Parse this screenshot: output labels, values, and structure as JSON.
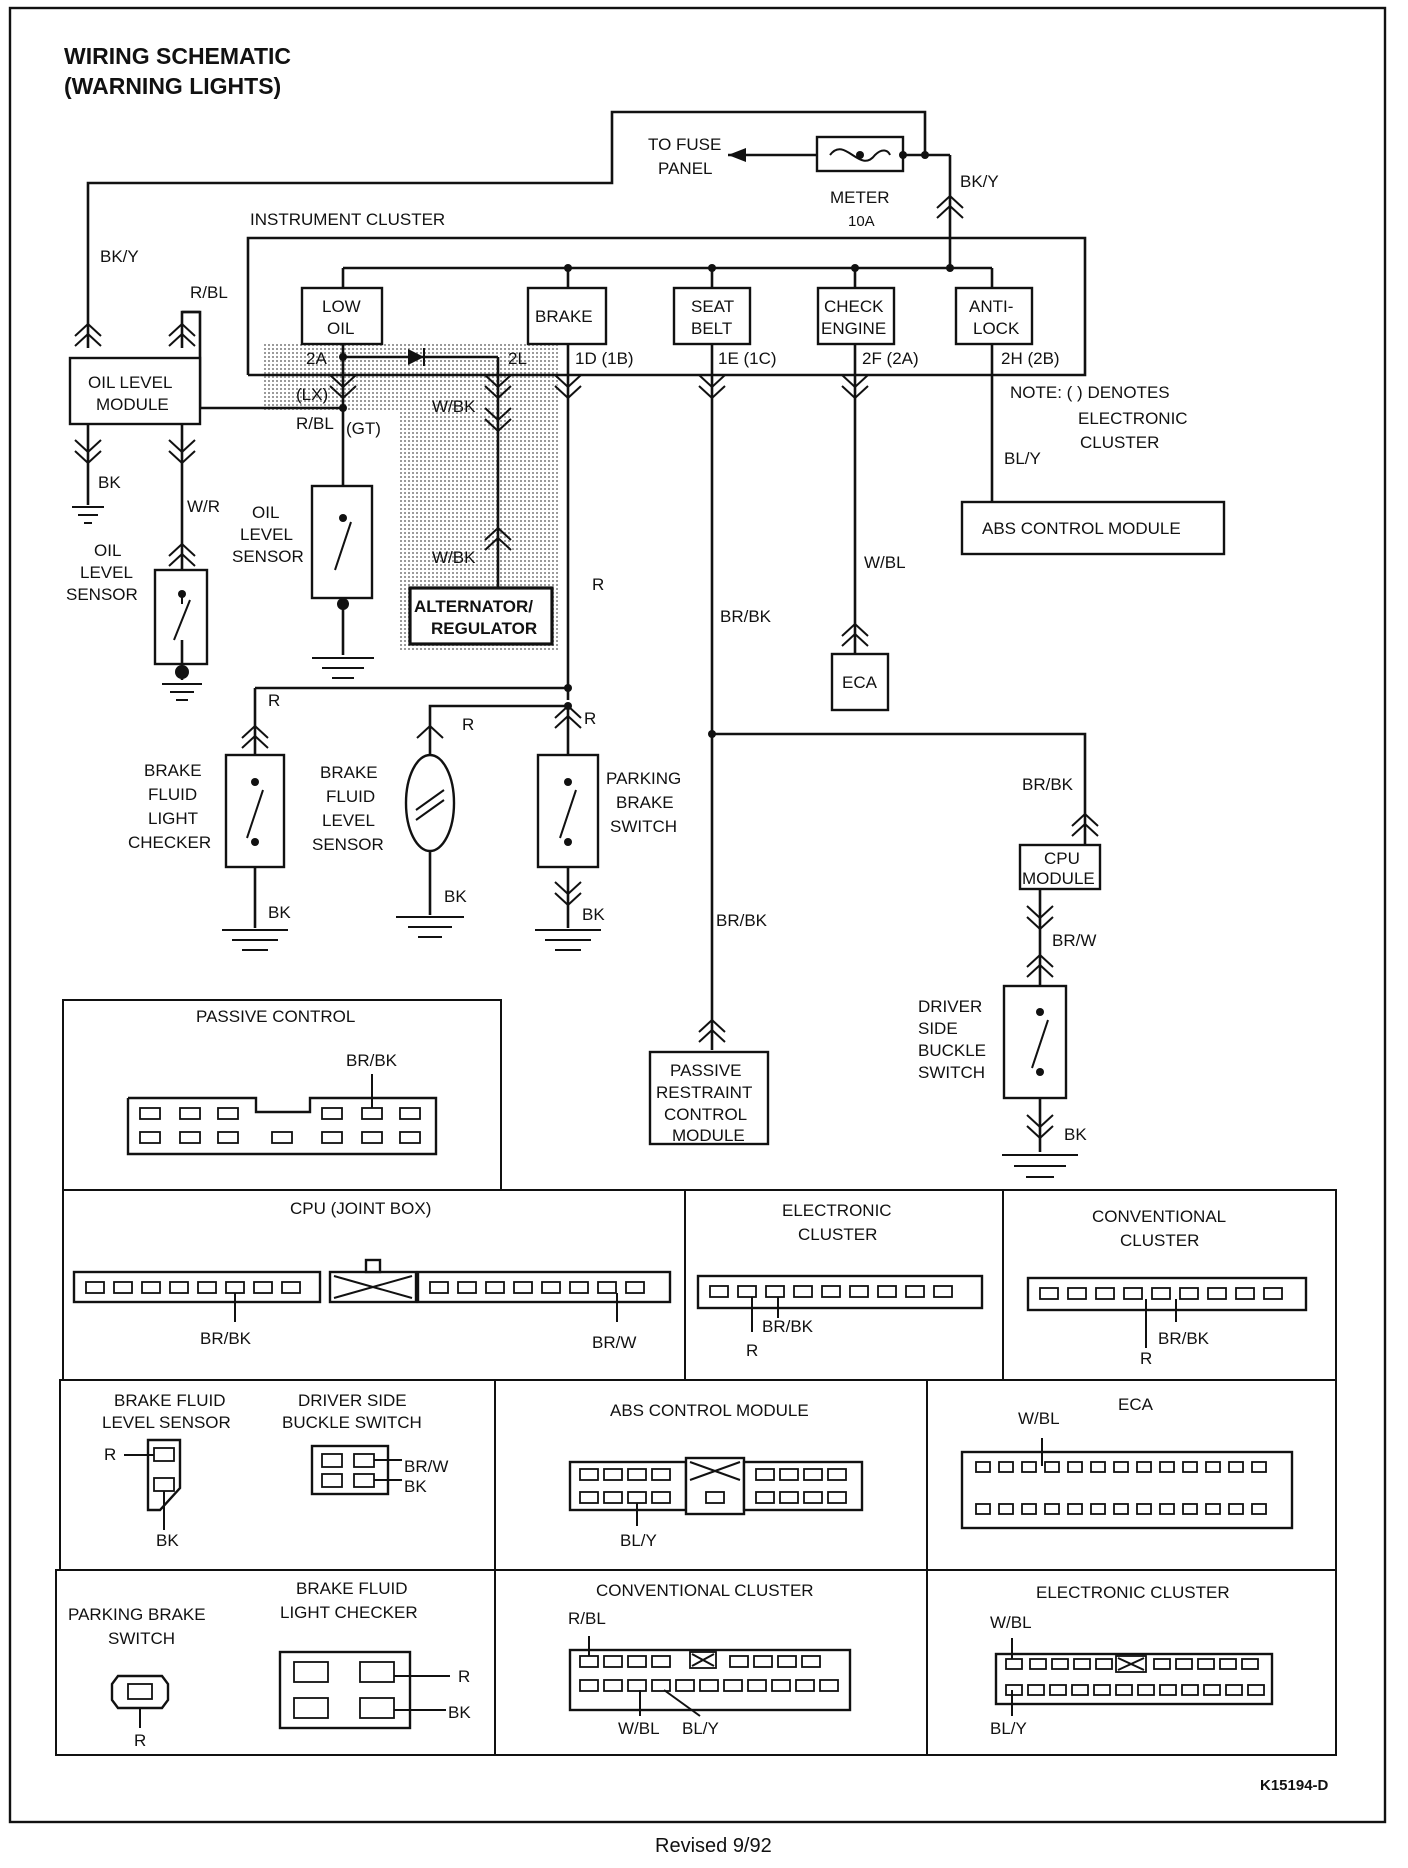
{
  "title": [
    "WIRING SCHEMATIC",
    "(WARNING LIGHTS)"
  ],
  "fuse": {
    "to": [
      "TO FUSE",
      "PANEL"
    ],
    "name": "METER",
    "rating": "10A",
    "wire": "BK/Y"
  },
  "cluster": {
    "label": "INSTRUMENT CLUSTER",
    "lamps": [
      {
        "label": [
          "LOW",
          "OIL"
        ],
        "pin": "2A"
      },
      {
        "label": [
          "BRAKE"
        ],
        "pin": "1D (1B)"
      },
      {
        "label": [
          "SEAT",
          "BELT"
        ],
        "pin": "1E (1C)"
      },
      {
        "label": [
          "CHECK",
          "ENGINE"
        ],
        "pin": "2F (2A)"
      },
      {
        "label": [
          "ANTI-",
          "LOCK"
        ],
        "pin": "2H (2B)"
      }
    ],
    "pin_2l": "2L",
    "note": [
      "NOTE: ( ) DENOTES",
      "ELECTRONIC",
      "CLUSTER"
    ]
  },
  "wires": {
    "bky": "BK/Y",
    "rbl": "R/BL",
    "rbl2": "R/BL",
    "lx": "(LX)",
    "gt": "(GT)",
    "wbk1": "W/BK",
    "wbk2": "W/BK",
    "bk": "BK",
    "wr": "W/R",
    "r_main": "R",
    "brbk1": "BR/BK",
    "brbk2": "BR/BK",
    "brbk3": "BR/BK",
    "wbl": "W/BL",
    "bly": "BL/Y",
    "brw": "BR/W",
    "r1": "R",
    "r2": "R",
    "r3": "R",
    "bk1": "BK",
    "bk2": "BK",
    "bk3": "BK",
    "bk4": "BK"
  },
  "components": {
    "oil_module": [
      "OIL LEVEL",
      "MODULE"
    ],
    "oil_sensor_left": [
      "OIL",
      "LEVEL",
      "SENSOR"
    ],
    "oil_sensor_mid": [
      "OIL",
      "LEVEL",
      "SENSOR"
    ],
    "alternator": [
      "ALTERNATOR/",
      "REGULATOR"
    ],
    "abs": "ABS CONTROL MODULE",
    "eca": "ECA",
    "brake_checker": [
      "BRAKE",
      "FLUID",
      "LIGHT",
      "CHECKER"
    ],
    "brake_level": [
      "BRAKE",
      "FLUID",
      "LEVEL",
      "SENSOR"
    ],
    "parking": [
      "PARKING",
      "BRAKE",
      "SWITCH"
    ],
    "cpu_module": [
      "CPU",
      "MODULE"
    ],
    "passive": [
      "PASSIVE",
      "RESTRAINT",
      "CONTROL",
      "MODULE"
    ],
    "buckle": [
      "DRIVER",
      "SIDE",
      "BUCKLE",
      "SWITCH"
    ]
  },
  "connectors": {
    "passive_control": {
      "title": "PASSIVE CONTROL",
      "wire": "BR/BK"
    },
    "cpu_joint_box": {
      "title": "CPU (JOINT BOX)",
      "wire1": "BR/BK",
      "wire2": "BR/W"
    },
    "electronic_cluster_1": {
      "title": [
        "ELECTRONIC",
        "CLUSTER"
      ],
      "wire1": "BR/BK",
      "wire2": "R"
    },
    "conventional_cluster_1": {
      "title": [
        "CONVENTIONAL",
        "CLUSTER"
      ],
      "wire1": "BR/BK",
      "wire2": "R"
    },
    "brake_fluid_level": {
      "title": [
        "BRAKE FLUID",
        "LEVEL SENSOR"
      ],
      "wire1": "R",
      "wire2": "BK"
    },
    "driver_buckle": {
      "title": [
        "DRIVER SIDE",
        "BUCKLE SWITCH"
      ],
      "wire1": "BR/W",
      "wire2": "BK"
    },
    "abs_module": {
      "title": "ABS CONTROL MODULE",
      "wire": "BL/Y"
    },
    "eca": {
      "title": "ECA",
      "wire": "W/BL"
    },
    "parking_brake": {
      "title": [
        "PARKING BRAKE",
        "SWITCH"
      ],
      "wire": "R"
    },
    "brake_light_checker": {
      "title": [
        "BRAKE FLUID",
        "LIGHT CHECKER"
      ],
      "wire1": "R",
      "wire2": "BK"
    },
    "conventional_cluster_2": {
      "title": "CONVENTIONAL CLUSTER",
      "wire1": "R/BL",
      "wire2": "W/BL",
      "wire3": "BL/Y"
    },
    "electronic_cluster_2": {
      "title": "ELECTRONIC CLUSTER",
      "wire1": "W/BL",
      "wire2": "BL/Y"
    }
  },
  "code": "K15194-D",
  "revised": "Revised 9/92"
}
